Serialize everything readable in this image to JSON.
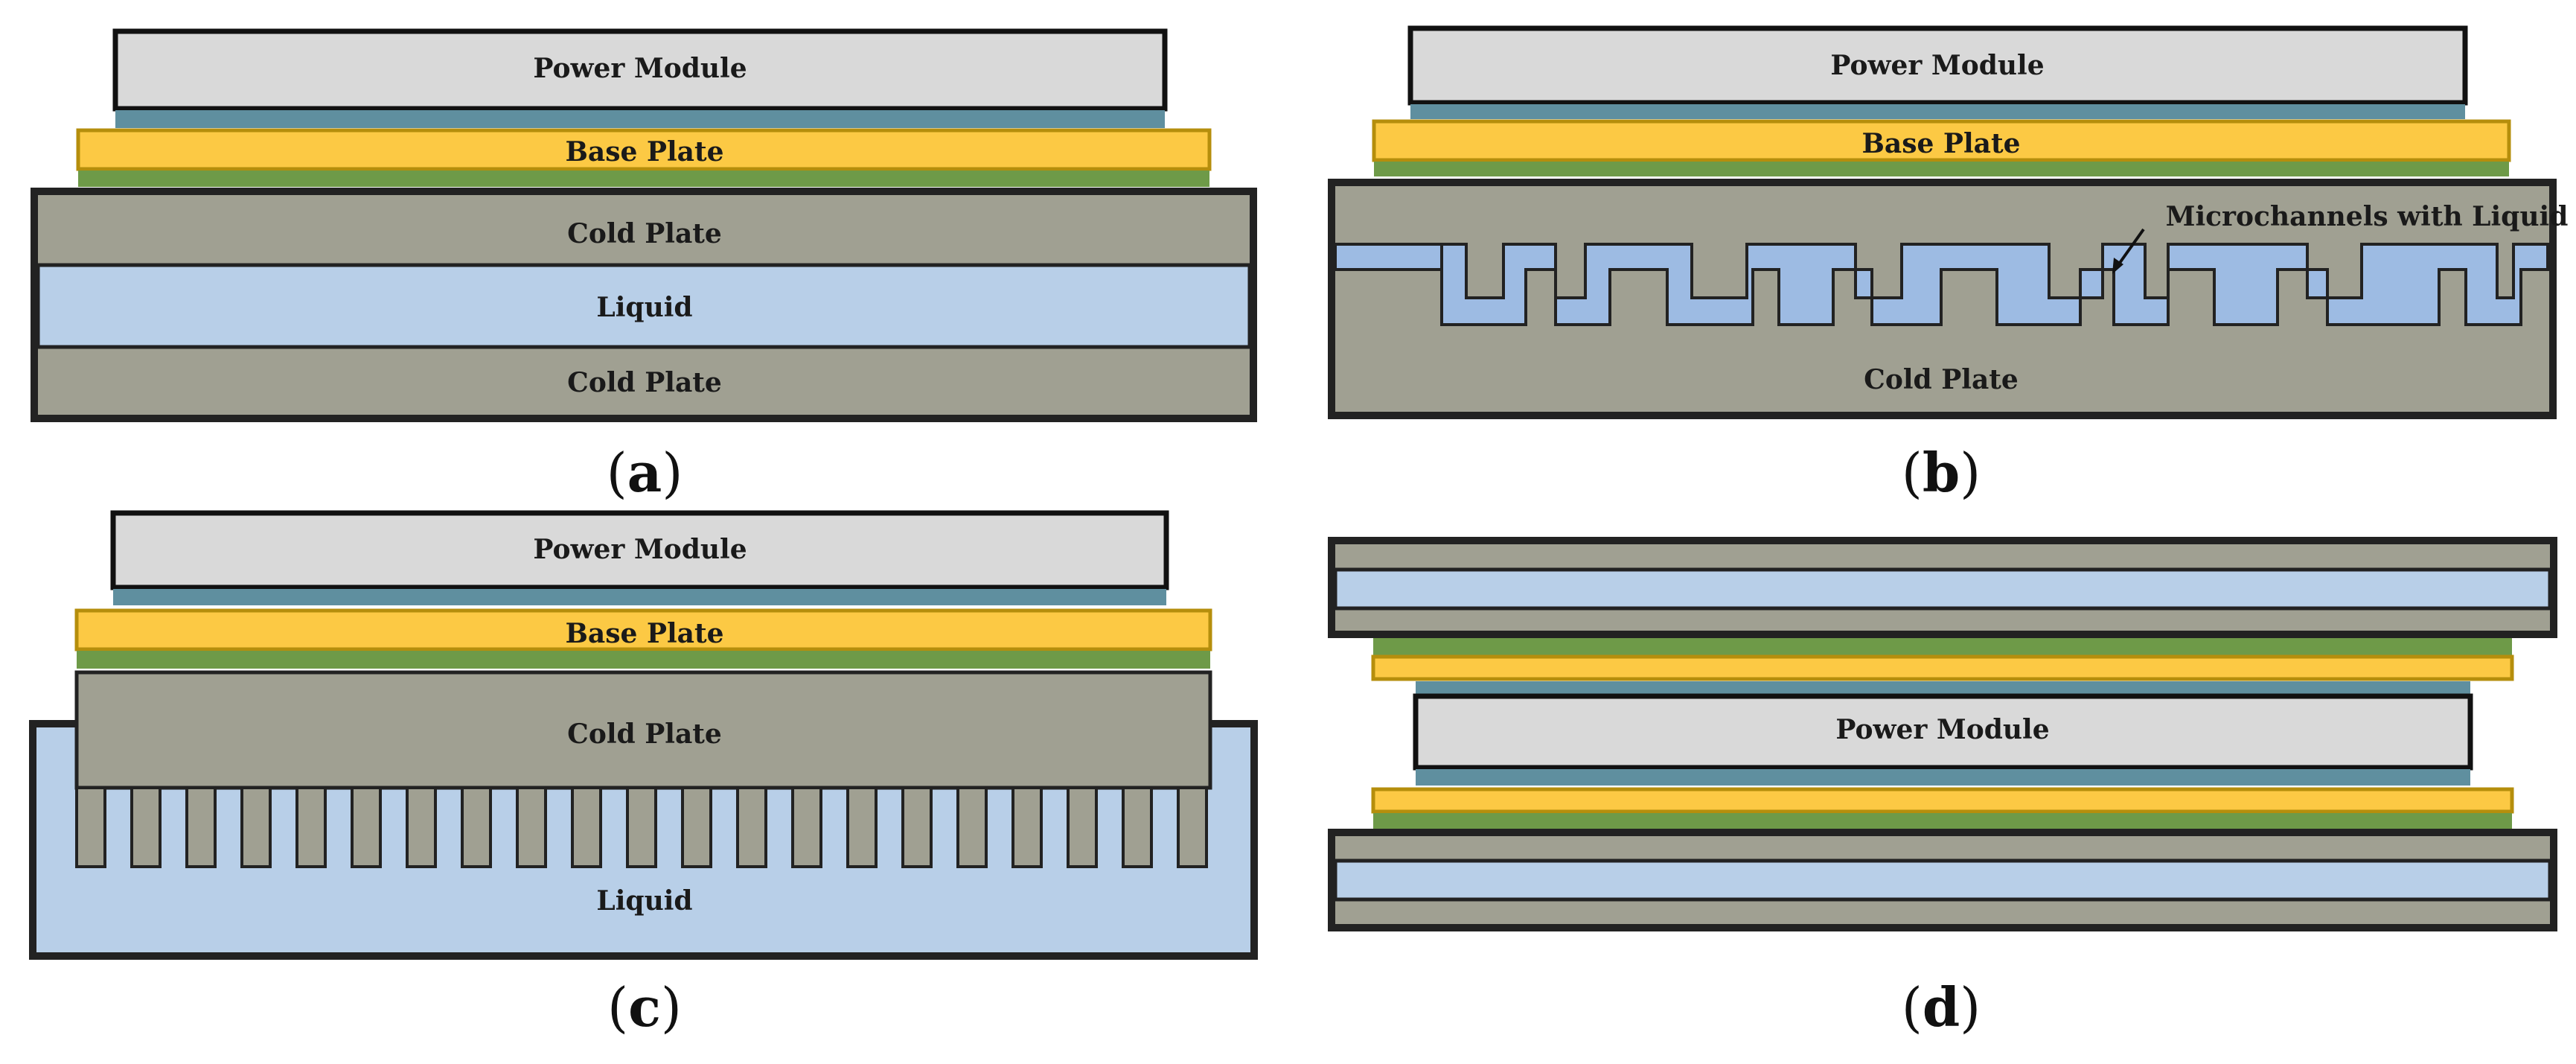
{
  "panels": {
    "a": {
      "caption_letter": "a",
      "labels": {
        "power_module": "Power Module",
        "base_plate": "Base Plate",
        "cold_plate_top": "Cold Plate",
        "liquid": "Liquid",
        "cold_plate_bottom": "Cold Plate"
      }
    },
    "b": {
      "caption_letter": "b",
      "labels": {
        "power_module": "Power Module",
        "base_plate": "Base Plate",
        "microchannels": "Microchannels with Liquid",
        "cold_plate": "Cold Plate"
      }
    },
    "c": {
      "caption_letter": "c",
      "labels": {
        "power_module": "Power Module",
        "base_plate": "Base Plate",
        "cold_plate": "Cold Plate",
        "liquid": "Liquid"
      }
    },
    "d": {
      "caption_letter": "d",
      "labels": {
        "power_module": "Power Module"
      }
    }
  },
  "colors": {
    "power_module": "#d9d9d9",
    "base_plate": "#fcc944",
    "base_plate_border": "#b58e0c",
    "interface_teal": "#5f8f9f",
    "interface_green": "#6e9a48",
    "cold_plate": "#a0a092",
    "liquid": "#b8cfe8",
    "microchannel_liquid": "#9dbbe3",
    "outline": "#222222"
  }
}
